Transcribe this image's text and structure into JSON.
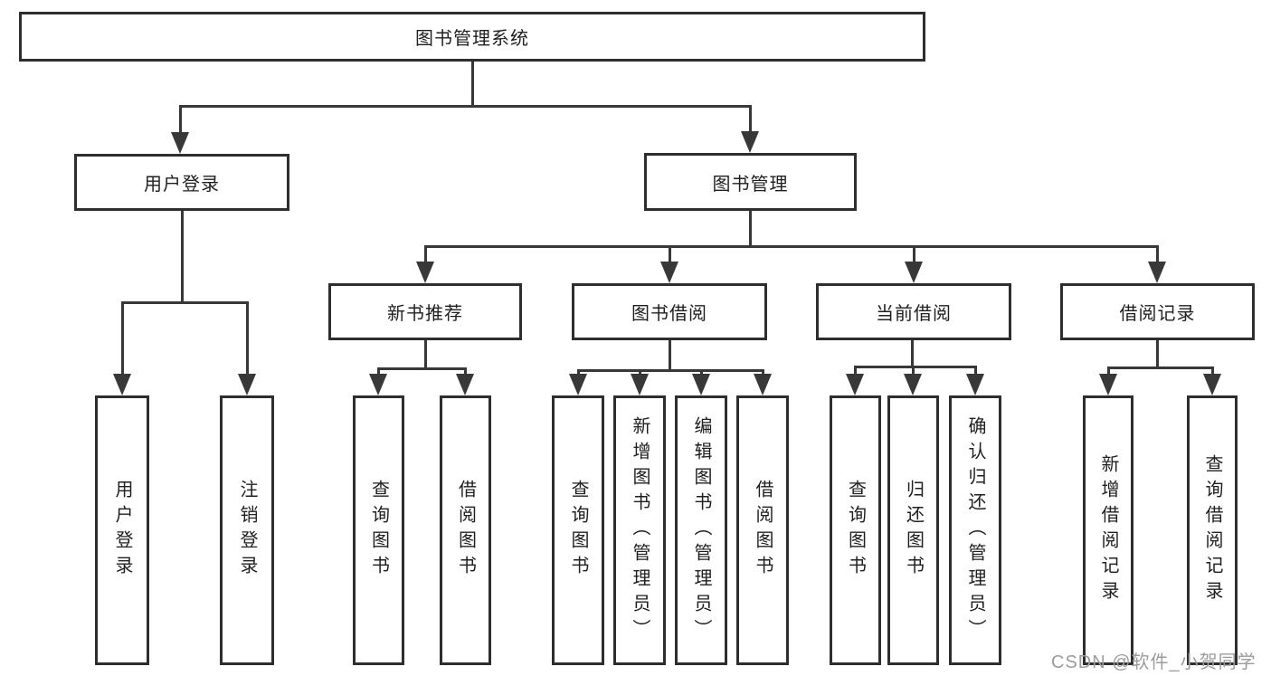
{
  "colors": {
    "line": "#383838",
    "box_border": "#2e2e2e",
    "text": "#1f1f1f",
    "watermark": "#9c9c9c",
    "background": "#ffffff"
  },
  "tree": {
    "root": {
      "label": "图书管理系统"
    },
    "branches": [
      {
        "label": "用户登录",
        "children": [
          {
            "label": "用户登录"
          },
          {
            "label": "注销登录"
          }
        ]
      },
      {
        "label": "图书管理",
        "sections": [
          {
            "label": "新书推荐",
            "children": [
              {
                "label": "查询图书"
              },
              {
                "label": "借阅图书"
              }
            ]
          },
          {
            "label": "图书借阅",
            "children": [
              {
                "label": "查询图书"
              },
              {
                "label": "新增图书（管理员）"
              },
              {
                "label": "编辑图书（管理员）"
              },
              {
                "label": "借阅图书"
              }
            ]
          },
          {
            "label": "当前借阅",
            "children": [
              {
                "label": "查询图书"
              },
              {
                "label": "归还图书"
              },
              {
                "label": "确认归还（管理员）"
              }
            ]
          },
          {
            "label": "借阅记录",
            "children": [
              {
                "label": "新增借阅记录"
              },
              {
                "label": "查询借阅记录"
              }
            ]
          }
        ]
      }
    ]
  },
  "watermark": {
    "text": "CSDN @软件_小贺同学"
  }
}
